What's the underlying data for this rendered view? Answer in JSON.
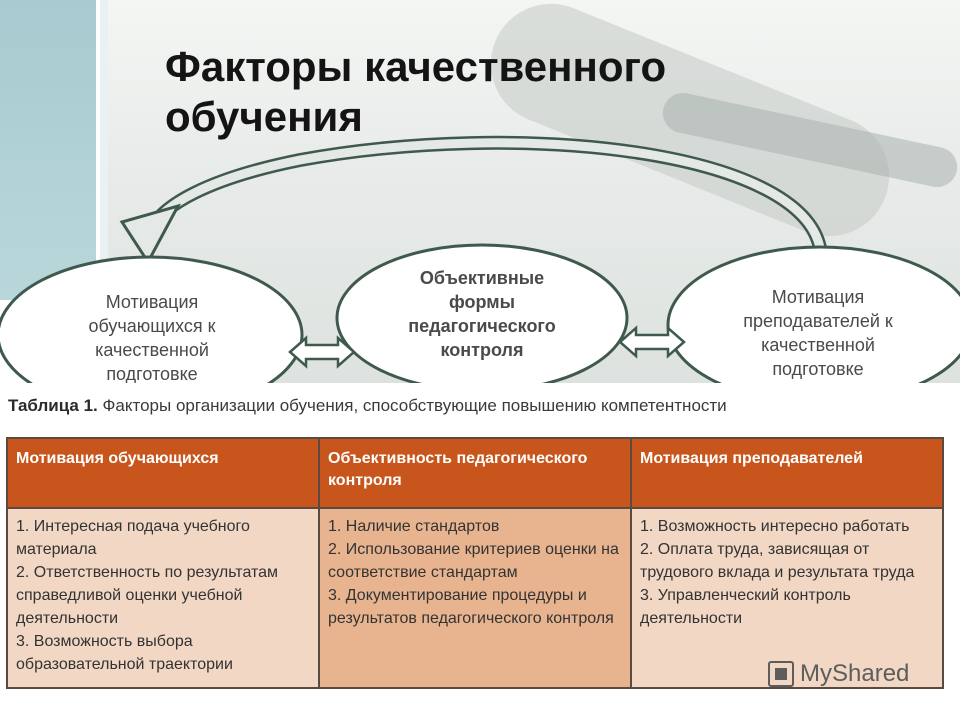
{
  "slide": {
    "title": "Факторы качественного обучения"
  },
  "diagram": {
    "nodes": [
      {
        "id": "left",
        "text": "Мотивация обучающихся к качественной подготовке"
      },
      {
        "id": "center",
        "text": "Объективные формы педагогического контроля"
      },
      {
        "id": "right",
        "text": "Мотивация преподавателей к качественной подготовке"
      }
    ]
  },
  "table": {
    "caption_label": "Таблица 1.",
    "caption_text": "Факторы организации обучения, способствующие повышению компетентности",
    "headers": [
      "Мотивация обучающихся",
      "Объективность педагогического контроля",
      "Мотивация преподавателей"
    ],
    "columns": [
      [
        "1. Интересная подача учебного материала",
        "2. Ответственность по результатам справедливой оценки учебной деятельности",
        "3. Возможность выбора образовательной траектории"
      ],
      [
        "1. Наличие стандартов",
        "2. Использование критериев оценки на соответствие стандартам",
        "3. Документирование процедуры и результатов педагогического контроля"
      ],
      [
        "1. Возможность интересно работать",
        "2. Оплата труда, зависящая от трудового вклада и результата труда",
        "3. Управленческий контроль деятельности"
      ]
    ]
  },
  "watermark": {
    "text": "MyShared",
    "icon": "presentation-board-icon"
  },
  "colors": {
    "header_bg": "#c8561c",
    "cell_bg": "#f1d7c4",
    "cell_mid_bg": "#e8b48f",
    "node_border": "#3f5a4c",
    "node_text": "#4a4a4a"
  }
}
